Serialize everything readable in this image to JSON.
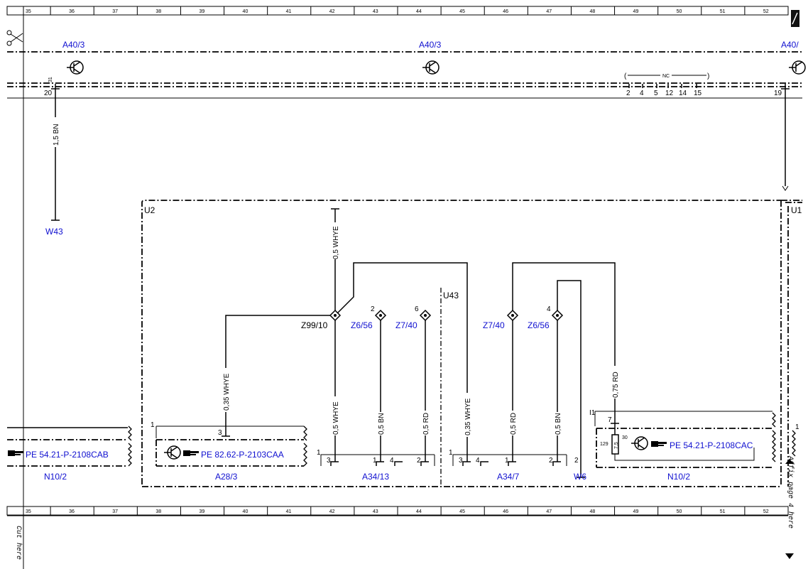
{
  "ruler": {
    "numbers": [
      "35",
      "36",
      "37",
      "38",
      "39",
      "40",
      "41",
      "42",
      "43",
      "44",
      "45",
      "46",
      "47",
      "48",
      "49",
      "50",
      "51",
      "52"
    ]
  },
  "icons": {
    "scissors": "scissors-icon",
    "ground": "ground-symbol-icon",
    "hand": "pointing-hand-icon",
    "page_marker": "page-corner-icon"
  },
  "labels": {
    "a40_3_left": "A40/3",
    "a40_3_mid": "A40/3",
    "a40_3_right": "A40/",
    "pin_31": "31",
    "pin_20": "20",
    "pin_19": "19",
    "nc": "NC",
    "nc_pins": [
      "2",
      "4",
      "5",
      "12",
      "14",
      "15"
    ],
    "wire_w43": "1,5 BN",
    "w43": "W43",
    "u2": "U2",
    "u1": "U1",
    "u43": "U43",
    "z99_10": "Z99/10",
    "z6_56_a": "Z6/56",
    "z7_40_a": "Z7/40",
    "z7_40_b": "Z7/40",
    "z6_56_b": "Z6/56",
    "pin_2_z6": "2",
    "pin_6_z7": "6",
    "pin_4_z6b": "4",
    "wire_top_whye": "0,5 WHYE",
    "wire_a28_whye": "0,35 WHYE",
    "wire_z99_whye": "0,5 WHYE",
    "wire_bn_1": "0,5 BN",
    "wire_rd_1": "0,5 RD",
    "wire_035_whye": "0,35 WHYE",
    "wire_rd_2": "0,5 RD",
    "wire_bn_2": "0,5 BN",
    "wire_075_rd": "0,75 RD",
    "pe_left": "PE 54.21-P-2108CAB",
    "pe_a28": "PE 82.62-P-2103CAA",
    "pe_right": "PE 54.21-P-2108CAC",
    "n10_2_left": "N10/2",
    "a28_3": "A28/3",
    "a34_13": "A34/13",
    "a34_7": "A34/7",
    "w6": "W6",
    "n10_2_right": "N10/2",
    "a28_pin_1": "1",
    "a28_pin_3": "3",
    "a34_13_pins": [
      "1",
      "3",
      "1",
      "4",
      "2"
    ],
    "a34_7_pins": [
      "1",
      "3",
      "4",
      "1",
      "2"
    ],
    "w6_pin": "2",
    "n10_pin_i1": "I1",
    "n10_pin_7": "7",
    "n10_pin_129": "129",
    "n10_pin_30": "30",
    "n10_fuse": "7,5",
    "right_pin_1": "1",
    "cut_here": "Cut here",
    "affix_page": "Affix page 4 here"
  }
}
